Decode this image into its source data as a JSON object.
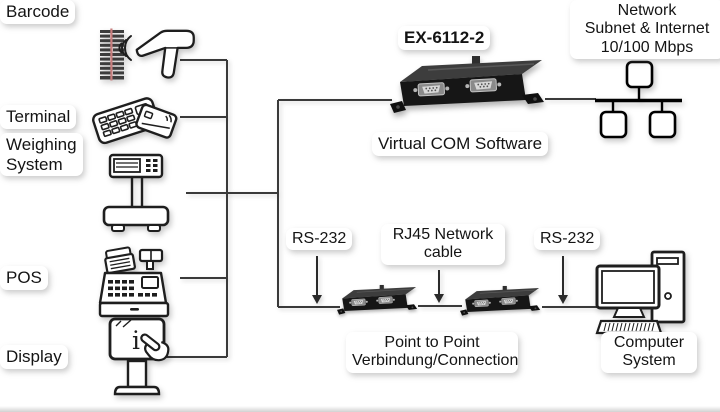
{
  "main_device": {
    "model": "EX-6112-2",
    "software_label": "Virtual COM Software"
  },
  "left_devices": [
    {
      "label": "Barcode",
      "icon": "barcode-scanner-icon"
    },
    {
      "label": "Terminal",
      "icon": "payment-terminal-icon"
    },
    {
      "label": "Weighing\nSystem",
      "icon": "weighing-scale-icon"
    },
    {
      "label": "POS",
      "icon": "cash-register-icon"
    },
    {
      "label": "Display",
      "icon": "info-kiosk-icon"
    }
  ],
  "network": {
    "label": "Network\nSubnet & Internet\n10/100 Mbps"
  },
  "cable_labels": {
    "rs232_left": "RS-232",
    "rj45": "RJ45 Network\ncable",
    "rs232_right": "RS-232"
  },
  "point_to_point": {
    "label": "Point to Point\nVerbindung/Connection"
  },
  "computer": {
    "label": "Computer\nSystem"
  },
  "icons": {
    "kiosk_info_glyph": "i"
  },
  "colors": {
    "line": "#3a3a3a",
    "icon_stroke": "#1e1e1e",
    "device_body": "#161616",
    "device_top": "#3d3d3d",
    "scan_line": "#c87e7e",
    "text": "#141414"
  }
}
